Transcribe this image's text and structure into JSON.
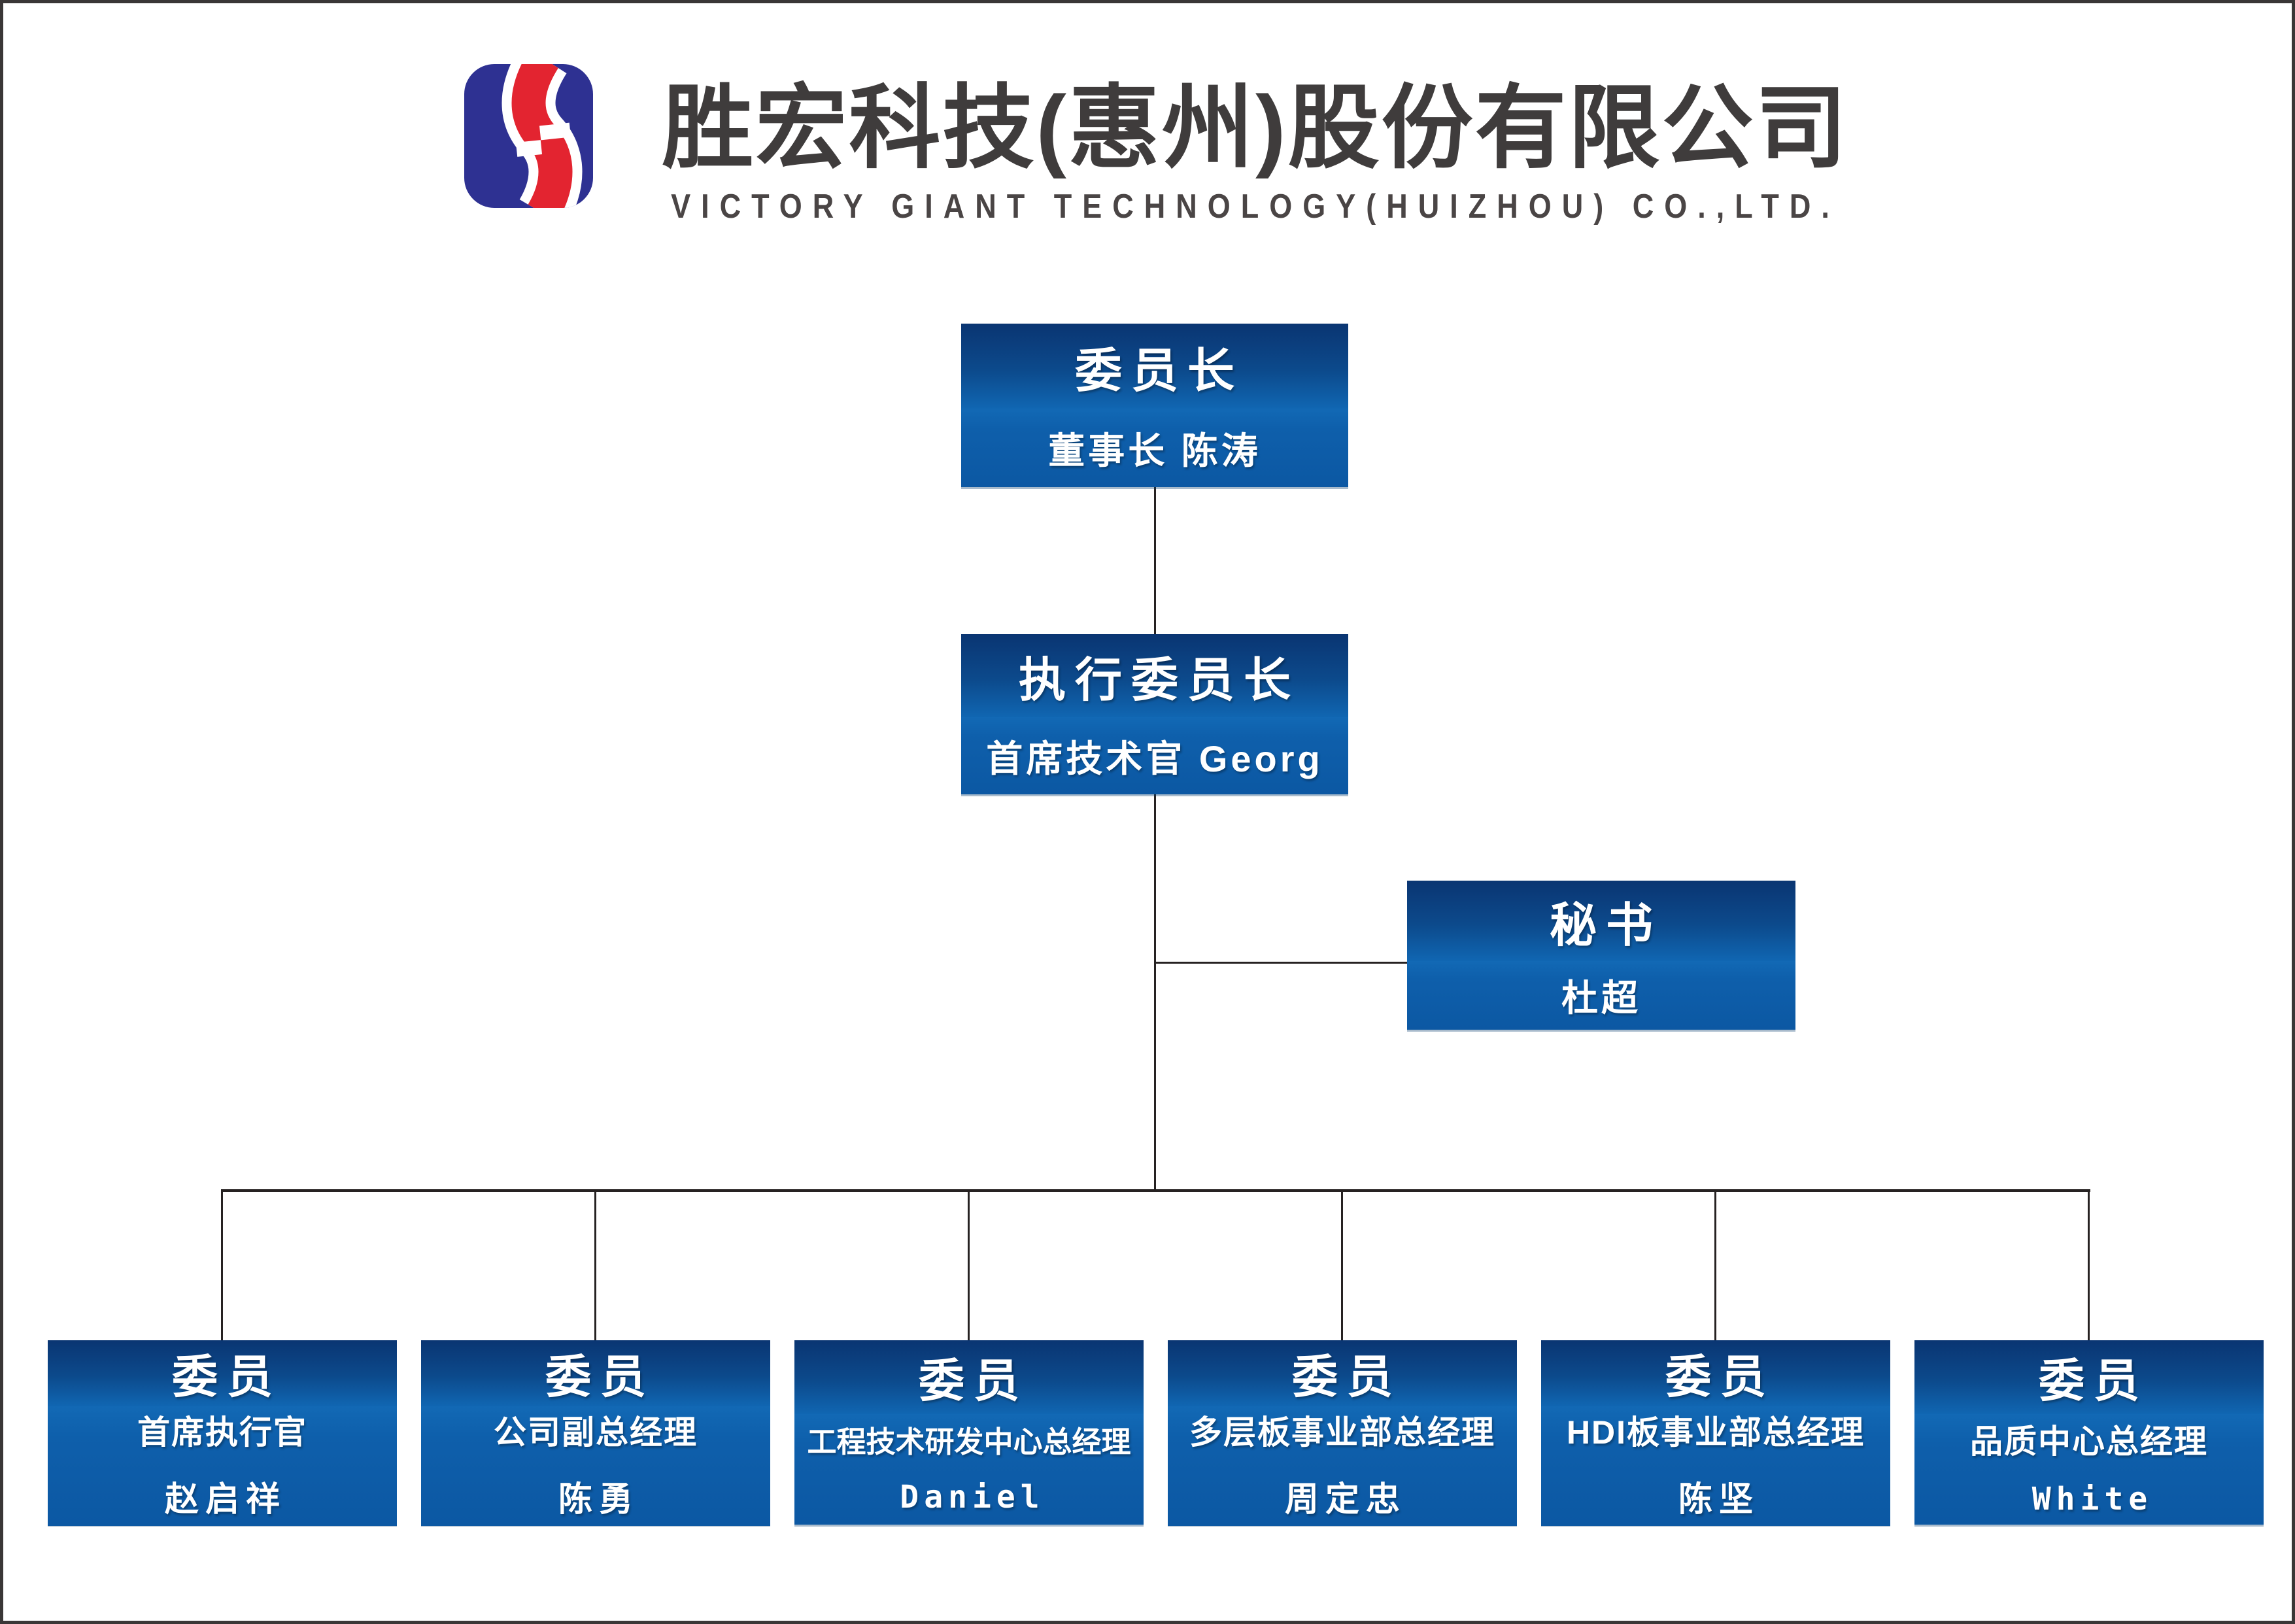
{
  "colors": {
    "brand_blue": "#2e3192",
    "brand_red": "#e32430",
    "box_blue_dark": "#0a3572",
    "box_blue_mid": "#0e5fab",
    "box_blue_light": "#1066b2",
    "box_text": "#ffffff",
    "heading_text": "#3f3c3c",
    "connector_line": "#262222",
    "page_border": "#3a3737",
    "background": "#ffffff"
  },
  "header": {
    "logo": "victory-giant-s-logo",
    "company_name_cn": "胜宏科技(惠州)股份有限公司",
    "company_name_en": "VICTORY GIANT TECHNOLOGY(HUIZHOU) CO.,LTD."
  },
  "org": {
    "chairman": {
      "title": "委员长",
      "subtitle": "董事长 陈涛"
    },
    "executive": {
      "title": "执行委员长",
      "subtitle": "首席技术官 Georg"
    },
    "secretary": {
      "title": "秘书",
      "subtitle": "杜超"
    },
    "members": [
      {
        "title": "委员",
        "role": "首席执行官",
        "name": "赵启祥"
      },
      {
        "title": "委员",
        "role": "公司副总经理",
        "name": "陈勇"
      },
      {
        "title": "委员",
        "role": "工程技术研发中心总经理",
        "name": "Daniel"
      },
      {
        "title": "委员",
        "role": "多层板事业部总经理",
        "name": "周定忠"
      },
      {
        "title": "委员",
        "role": "HDI板事业部总经理",
        "name": "陈坚"
      },
      {
        "title": "委员",
        "role": "品质中心总经理",
        "name": "White"
      }
    ]
  }
}
